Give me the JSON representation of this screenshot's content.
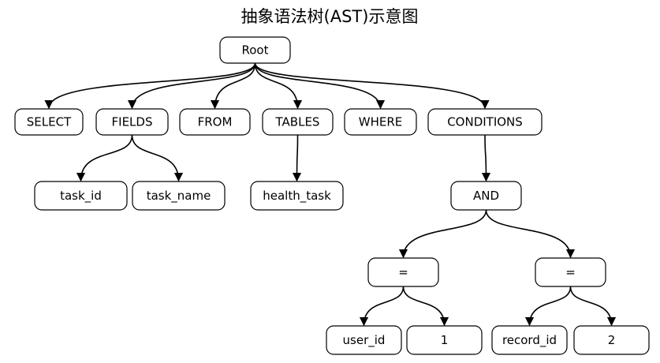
{
  "title": "抽象语法树(AST)示意图",
  "nodes": {
    "root": "Root",
    "select": "SELECT",
    "fields": "FIELDS",
    "from": "FROM",
    "tables": "TABLES",
    "where": "WHERE",
    "conditions": "CONDITIONS",
    "task_id": "task_id",
    "task_name": "task_name",
    "health_task": "health_task",
    "and": "AND",
    "eq_left": "=",
    "eq_right": "=",
    "user_id": "user_id",
    "one": "1",
    "record_id": "record_id",
    "two": "2"
  },
  "edges": [
    [
      "root",
      "select"
    ],
    [
      "root",
      "fields"
    ],
    [
      "root",
      "from"
    ],
    [
      "root",
      "tables"
    ],
    [
      "root",
      "where"
    ],
    [
      "root",
      "conditions"
    ],
    [
      "fields",
      "task_id"
    ],
    [
      "fields",
      "task_name"
    ],
    [
      "tables",
      "health_task"
    ],
    [
      "conditions",
      "and"
    ],
    [
      "and",
      "eq_left"
    ],
    [
      "and",
      "eq_right"
    ],
    [
      "eq_left",
      "user_id"
    ],
    [
      "eq_left",
      "one"
    ],
    [
      "eq_right",
      "record_id"
    ],
    [
      "eq_right",
      "two"
    ]
  ]
}
